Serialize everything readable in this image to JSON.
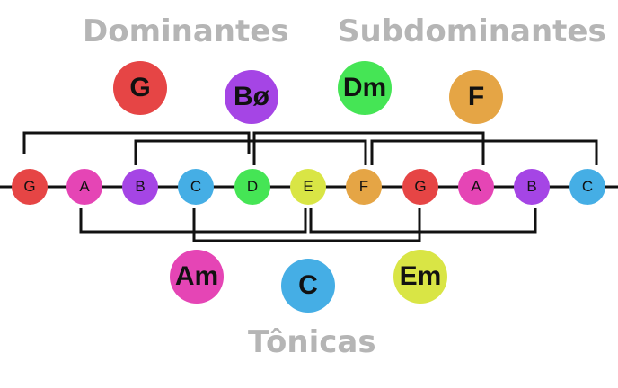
{
  "labels": {
    "dominantes": "Dominantes",
    "subdominantes": "Subdominantes",
    "tonicas": "Tônicas"
  },
  "colors": {
    "G": "#e64545",
    "A": "#e545b5",
    "B": "#a545e5",
    "C": "#45aee5",
    "D": "#45e555",
    "E": "#d9e545",
    "F": "#e5a545",
    "label": "#b5b5b5",
    "line": "#111111"
  },
  "notes": [
    "G",
    "A",
    "B",
    "C",
    "D",
    "E",
    "F",
    "G",
    "A",
    "B",
    "C"
  ],
  "chords": {
    "G": "G",
    "Bo": "Bø",
    "Dm": "Dm",
    "F": "F",
    "Am": "Am",
    "C": "C",
    "Em": "Em"
  }
}
